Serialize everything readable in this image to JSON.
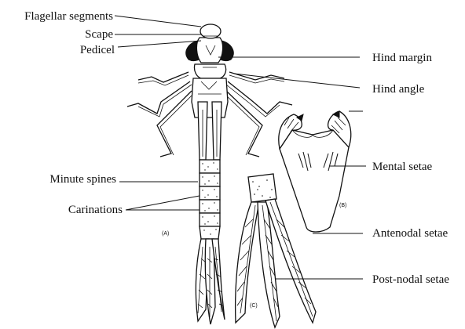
{
  "labels": {
    "flagellar_segments": "Flagellar segments",
    "scape": "Scape",
    "pedicel": "Pedicel",
    "minute_spines": "Minute spines",
    "carinations": "Carinations",
    "hind_margin": "Hind margin",
    "hind_angle": "Hind angle",
    "mental_setae": "Mental setae",
    "antenodal_setae": "Antenodal setae",
    "post_nodal_setae": "Post-nodal setae"
  },
  "panels": {
    "a": "(A)",
    "b": "(B)",
    "c": "(C)"
  }
}
